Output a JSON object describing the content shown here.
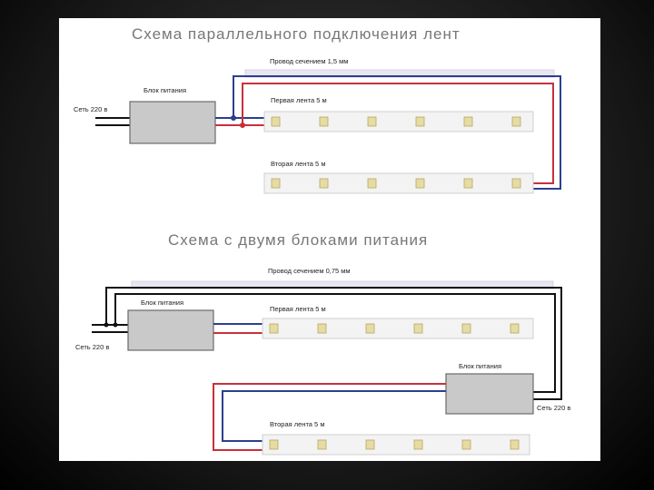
{
  "diagram1": {
    "title": "Схема параллельного подключения лент",
    "wire_label": "Провод сечением 1,5 мм",
    "psu_label": "Блок питания",
    "mains_label": "Сеть 220 в",
    "strip1_label": "Первая лента 5 м",
    "strip2_label": "Вторая лента 5 м"
  },
  "diagram2": {
    "title": "Схема с двумя блоками питания",
    "wire_label": "Провод сечением 0,75 мм",
    "psu1_label": "Блок питания",
    "mains1_label": "Сеть 220 в",
    "strip1_label": "Первая лента 5 м",
    "psu2_label": "Блок питания",
    "mains2_label": "Сеть 220 в",
    "strip2_label": "Вторая лента 5 м"
  },
  "colors": {
    "positive_wire": "#c8303a",
    "negative_wire": "#2b3f8f",
    "mains_wire": "#111111",
    "psu_fill": "#c9c9c9",
    "led": "#e6dca3"
  }
}
